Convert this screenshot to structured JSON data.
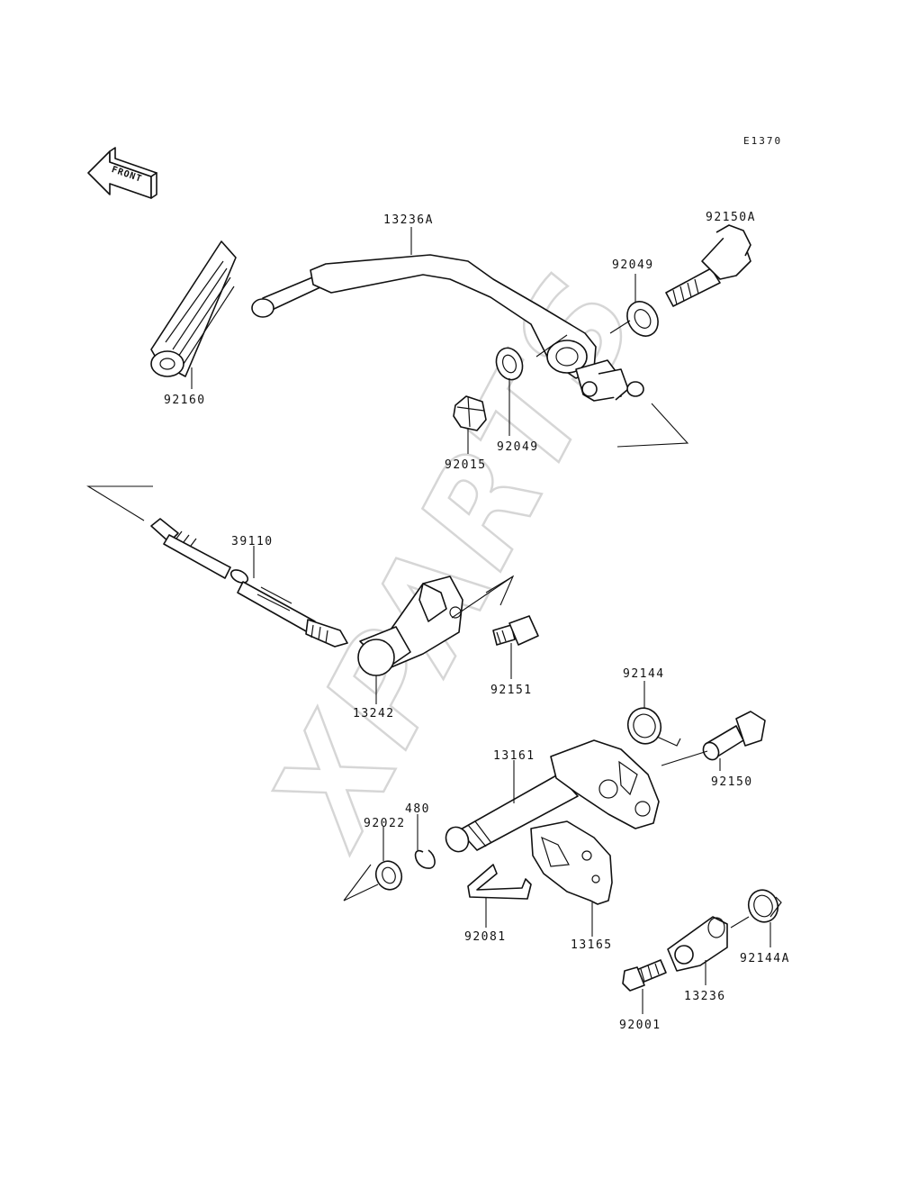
{
  "diagram": {
    "code": "E1370",
    "front_label": "FRONT",
    "watermark": "XPARTS",
    "parts": {
      "p13236A": "13236A",
      "p92150A": "92150A",
      "p92049_top": "92049",
      "p92160": "92160",
      "p92049_mid": "92049",
      "p92015": "92015",
      "p39110": "39110",
      "p92151": "92151",
      "p13242": "13242",
      "p92144": "92144",
      "p13161": "13161",
      "p92150": "92150",
      "p480": "480",
      "p92022": "92022",
      "p92081": "92081",
      "p13165": "13165",
      "p92144A": "92144A",
      "p13236": "13236",
      "p92001": "92001"
    }
  }
}
